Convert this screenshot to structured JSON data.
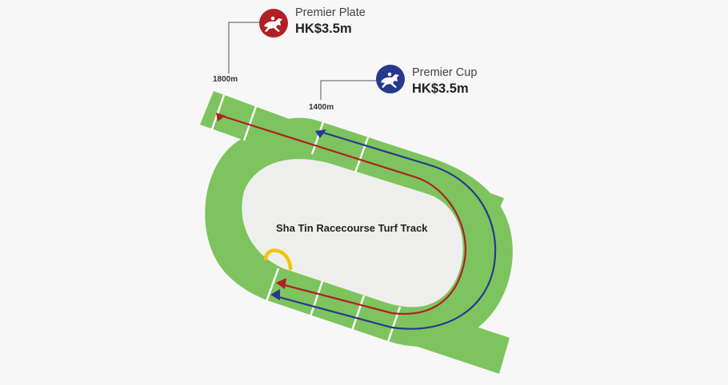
{
  "track": {
    "title": "Sha Tin Racecourse Turf Track"
  },
  "races": [
    {
      "name": "Premier Plate",
      "prize": "HK$3.5m",
      "distance": "1800m",
      "color": "#b01f24",
      "icon": "horse-racing-icon"
    },
    {
      "name": "Premier Cup",
      "prize": "HK$3.5m",
      "distance": "1400m",
      "color": "#27398d",
      "icon": "horse-racing-icon"
    }
  ],
  "colors": {
    "turf": "#7dc45e",
    "infield": "#eeefec",
    "background": "#f7f7f7",
    "winning_post": "#f4c400"
  }
}
